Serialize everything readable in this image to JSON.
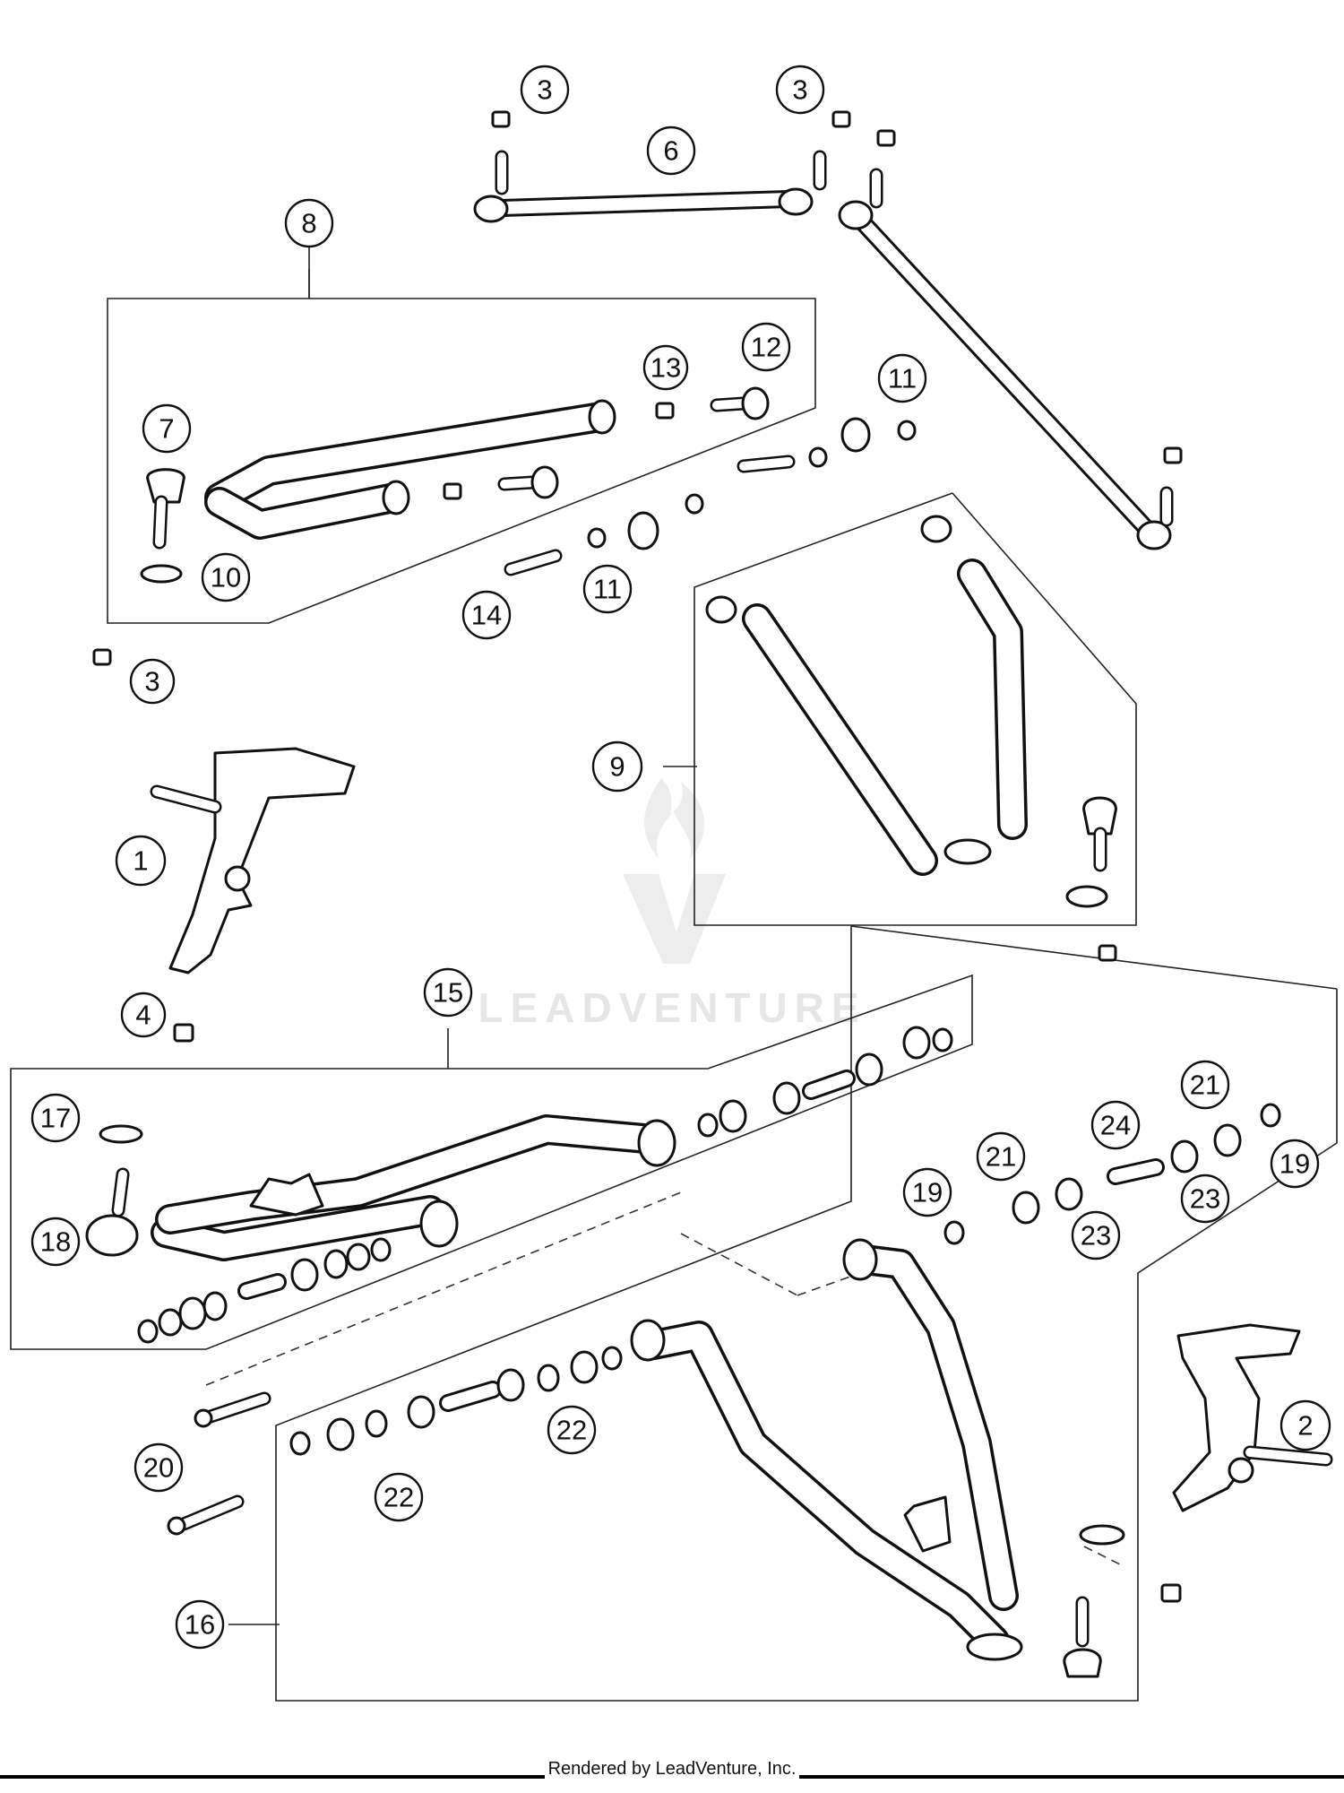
{
  "watermark": {
    "brand": "LEADVENTURE",
    "logo": "leadventure-flame-v-logo"
  },
  "footer": {
    "rendered_by": "Rendered by LeadVenture, Inc."
  },
  "callouts": [
    "3",
    "3",
    "6",
    "8",
    "13",
    "12",
    "11",
    "7",
    "10",
    "14",
    "11",
    "3",
    "9",
    "1",
    "4",
    "15",
    "17",
    "21",
    "24",
    "21",
    "19",
    "19",
    "18",
    "23",
    "23",
    "2",
    "20",
    "22",
    "22",
    "16"
  ]
}
